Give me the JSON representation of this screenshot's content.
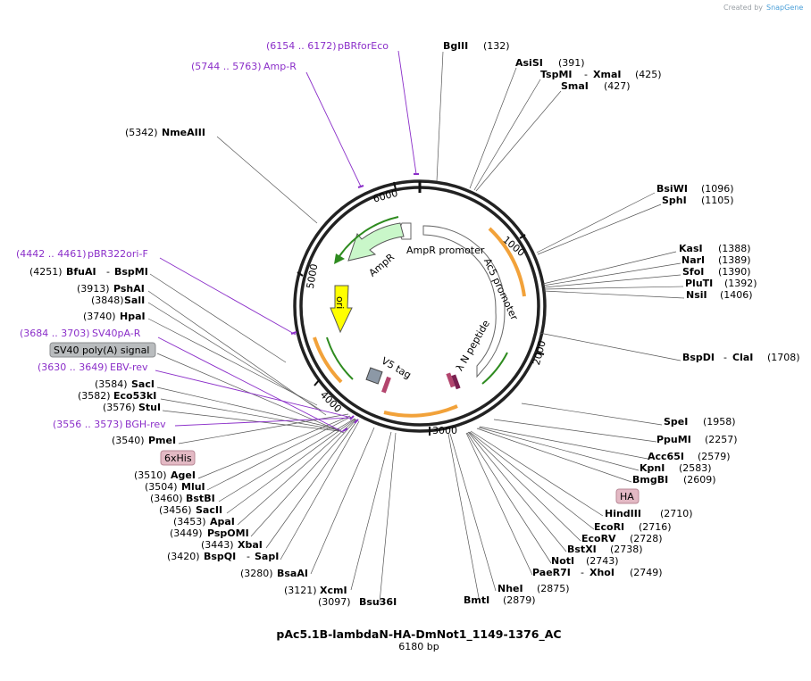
{
  "credit": {
    "text": "Created by",
    "brand": "SnapGene"
  },
  "plasmid": {
    "name": "pAc5.1B-lambdaN-HA-DmNot1_1149-1376_AC",
    "length_text": "6180 bp",
    "length": 6180
  },
  "ticks": [
    "1000",
    "2000",
    "3000",
    "4000",
    "5000",
    "6000"
  ],
  "sites": [
    {
      "name": "BglII",
      "pos": "(132)"
    },
    {
      "name": "AsiSI",
      "pos": "(391)"
    },
    {
      "name": "TspMI",
      "name2": "XmaI",
      "pos": "(425)"
    },
    {
      "name": "SmaI",
      "pos": "(427)"
    },
    {
      "name": "BsiWI",
      "pos": "(1096)"
    },
    {
      "name": "SphI",
      "pos": "(1105)"
    },
    {
      "name": "KasI",
      "pos": "(1388)"
    },
    {
      "name": "NarI",
      "pos": "(1389)"
    },
    {
      "name": "SfoI",
      "pos": "(1390)"
    },
    {
      "name": "PluTI",
      "pos": "(1392)"
    },
    {
      "name": "NsiI",
      "pos": "(1406)"
    },
    {
      "name": "BspDI",
      "name2": "ClaI",
      "pos": "(1708)"
    },
    {
      "name": "SpeI",
      "pos": "(1958)"
    },
    {
      "name": "PpuMI",
      "pos": "(2257)"
    },
    {
      "name": "Acc65I",
      "pos": "(2579)"
    },
    {
      "name": "KpnI",
      "pos": "(2583)"
    },
    {
      "name": "BmgBI",
      "pos": "(2609)"
    },
    {
      "name": "HindIII",
      "pos": "(2710)"
    },
    {
      "name": "EcoRI",
      "pos": "(2716)"
    },
    {
      "name": "EcoRV",
      "pos": "(2728)"
    },
    {
      "name": "BstXI",
      "pos": "(2738)"
    },
    {
      "name": "NotI",
      "pos": "(2743)"
    },
    {
      "name": "PaeR7I",
      "name2": "XhoI",
      "pos": "(2749)"
    },
    {
      "name": "NheI",
      "pos": "(2875)"
    },
    {
      "name": "BmtI",
      "pos": "(2879)"
    },
    {
      "name": "Bsu36I",
      "pos": "(3097)"
    },
    {
      "name": "XcmI",
      "pos": "(3121)"
    },
    {
      "name": "BsaAI",
      "pos": "(3280)"
    },
    {
      "name": "BspQI",
      "name2": "SapI",
      "pos": "(3420)"
    },
    {
      "name": "XbaI",
      "pos": "(3443)"
    },
    {
      "name": "PspOMI",
      "pos": "(3449)"
    },
    {
      "name": "ApaI",
      "pos": "(3453)"
    },
    {
      "name": "SacII",
      "pos": "(3456)"
    },
    {
      "name": "BstBI",
      "pos": "(3460)"
    },
    {
      "name": "MluI",
      "pos": "(3504)"
    },
    {
      "name": "AgeI",
      "pos": "(3510)"
    },
    {
      "name": "PmeI",
      "pos": "(3540)"
    },
    {
      "name": "StuI",
      "pos": "(3576)"
    },
    {
      "name": "Eco53kI",
      "pos": "(3582)"
    },
    {
      "name": "SacI",
      "pos": "(3584)"
    },
    {
      "name": "HpaI",
      "pos": "(3740)"
    },
    {
      "name": "SalI",
      "pos": "(3848)"
    },
    {
      "name": "PshAI",
      "pos": "(3913)"
    },
    {
      "name": "BfuAI",
      "name2": "BspMI",
      "pos": "(4251)"
    },
    {
      "name": "NmeAIII",
      "pos": "(5342)"
    }
  ],
  "primers": [
    {
      "range": "(6154 .. 6172)",
      "name": "pBRforEco"
    },
    {
      "range": "(5744 .. 5763)",
      "name": "Amp-R"
    },
    {
      "range": "(4442 .. 4461)",
      "name": "pBR322ori-F"
    },
    {
      "range": "(3684 .. 3703)",
      "name": "SV40pA-R"
    },
    {
      "range": "(3630 .. 3649)",
      "name": "EBV-rev"
    },
    {
      "range": "(3556 .. 3573)",
      "name": "BGH-rev"
    }
  ],
  "boxed_features": [
    {
      "name": "SV40 poly(A) signal",
      "color": "#b9bcbe"
    },
    {
      "name": "6xHis",
      "color": "#e3b9c4"
    },
    {
      "name": "HA",
      "color": "#e3b9c4"
    }
  ],
  "inner_features": {
    "ampr": "AmpR",
    "ampr_promoter": "AmpR promoter",
    "ac5_promoter": "Ac5 promoter",
    "ori": "ori",
    "v5": "V5 tag",
    "lambda_n": "λ N peptide"
  },
  "colors": {
    "primer": "#8b2fc9",
    "ampr": "#c9f7c9",
    "ori": "#ffff00",
    "promoter": "#ffffff",
    "orf_orange": "#f2a23a",
    "orf_green": "#2e8b1f",
    "v5": "#8c98a6",
    "tag": "#b3456e"
  }
}
